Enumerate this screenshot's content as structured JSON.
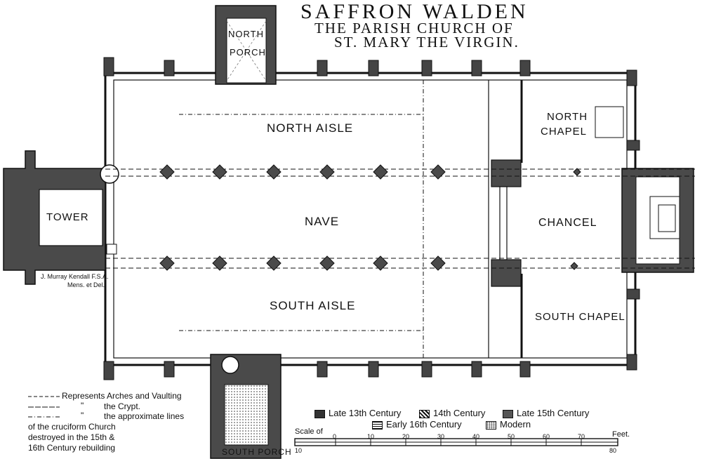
{
  "title": {
    "line1": "SAFFRON WALDEN",
    "line2": "THE PARISH CHURCH OF",
    "line3": "ST. MARY THE VIRGIN."
  },
  "rooms": {
    "north_porch_a": "NORTH",
    "north_porch_b": "PORCH",
    "north_aisle": "NORTH AISLE",
    "nave": "NAVE",
    "south_aisle": "SOUTH AISLE",
    "tower": "TOWER",
    "north_chapel_a": "NORTH",
    "north_chapel_b": "CHAPEL",
    "chancel": "CHANCEL",
    "south_chapel": "SOUTH CHAPEL",
    "south_porch": "SOUTH PORCH"
  },
  "credit": {
    "line1": "J. Murray Kendall F.S.A.",
    "line2": "Mens. et Del."
  },
  "notes": {
    "line1": "Represents Arches and Vaulting",
    "line2": "the Crypt.",
    "line3": "the approximate lines",
    "line4": "of the cruciform Church",
    "line5": "destroyed in the 15th &",
    "line6": "16th Century rebuilding",
    "ditto": "\""
  },
  "legend": {
    "late13": "Late 13th Century",
    "c14": "14th Century",
    "late15": "Late 15th Century",
    "early16": "Early 16th Century",
    "modern": "Modern"
  },
  "scale": {
    "label": "Scale of",
    "unit": "Feet.",
    "ticks": [
      "10",
      "0",
      "10",
      "20",
      "30",
      "40",
      "50",
      "60",
      "70",
      "80"
    ]
  }
}
